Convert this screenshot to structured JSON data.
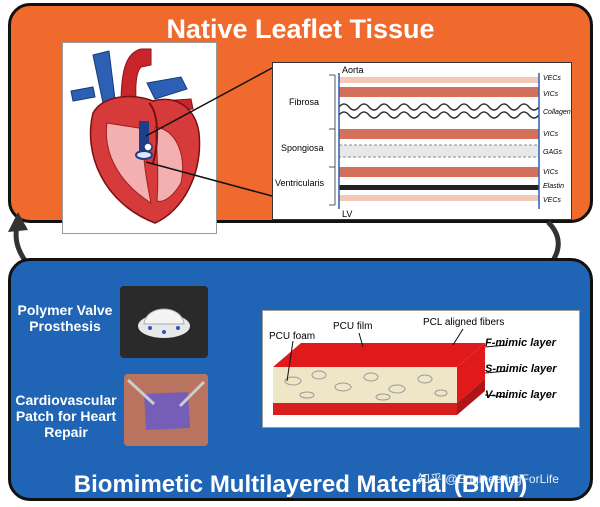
{
  "top": {
    "title": "Native Leaflet Tissue",
    "histology": {
      "aorta": "Aorta",
      "lv": "LV",
      "regions": [
        "Fibrosa",
        "Spongiosa",
        "Ventricularis"
      ],
      "right_labels": [
        "VECs",
        "VICs",
        "Collagen",
        "VICs",
        "GAGs",
        "VICs",
        "Elastin",
        "VECs"
      ]
    }
  },
  "bottom": {
    "title": "Biomimetic Multilayered Material (BMM)",
    "side_labels": {
      "valve": "Polymer Valve Prosthesis",
      "patch": "Cardiovascular Patch for Heart Repair"
    },
    "material": {
      "pcu_foam": "PCU foam",
      "pcu_film": "PCU film",
      "pcl_fibers": "PCL aligned fibers",
      "layers": [
        "F-mimic layer",
        "S-mimic layer",
        "V-mimic layer"
      ]
    }
  },
  "watermark": "知乎 @EngineeringForLife",
  "colors": {
    "orange": "#ef6a2c",
    "blue": "#1f64b5",
    "red": "#d81e1e"
  }
}
